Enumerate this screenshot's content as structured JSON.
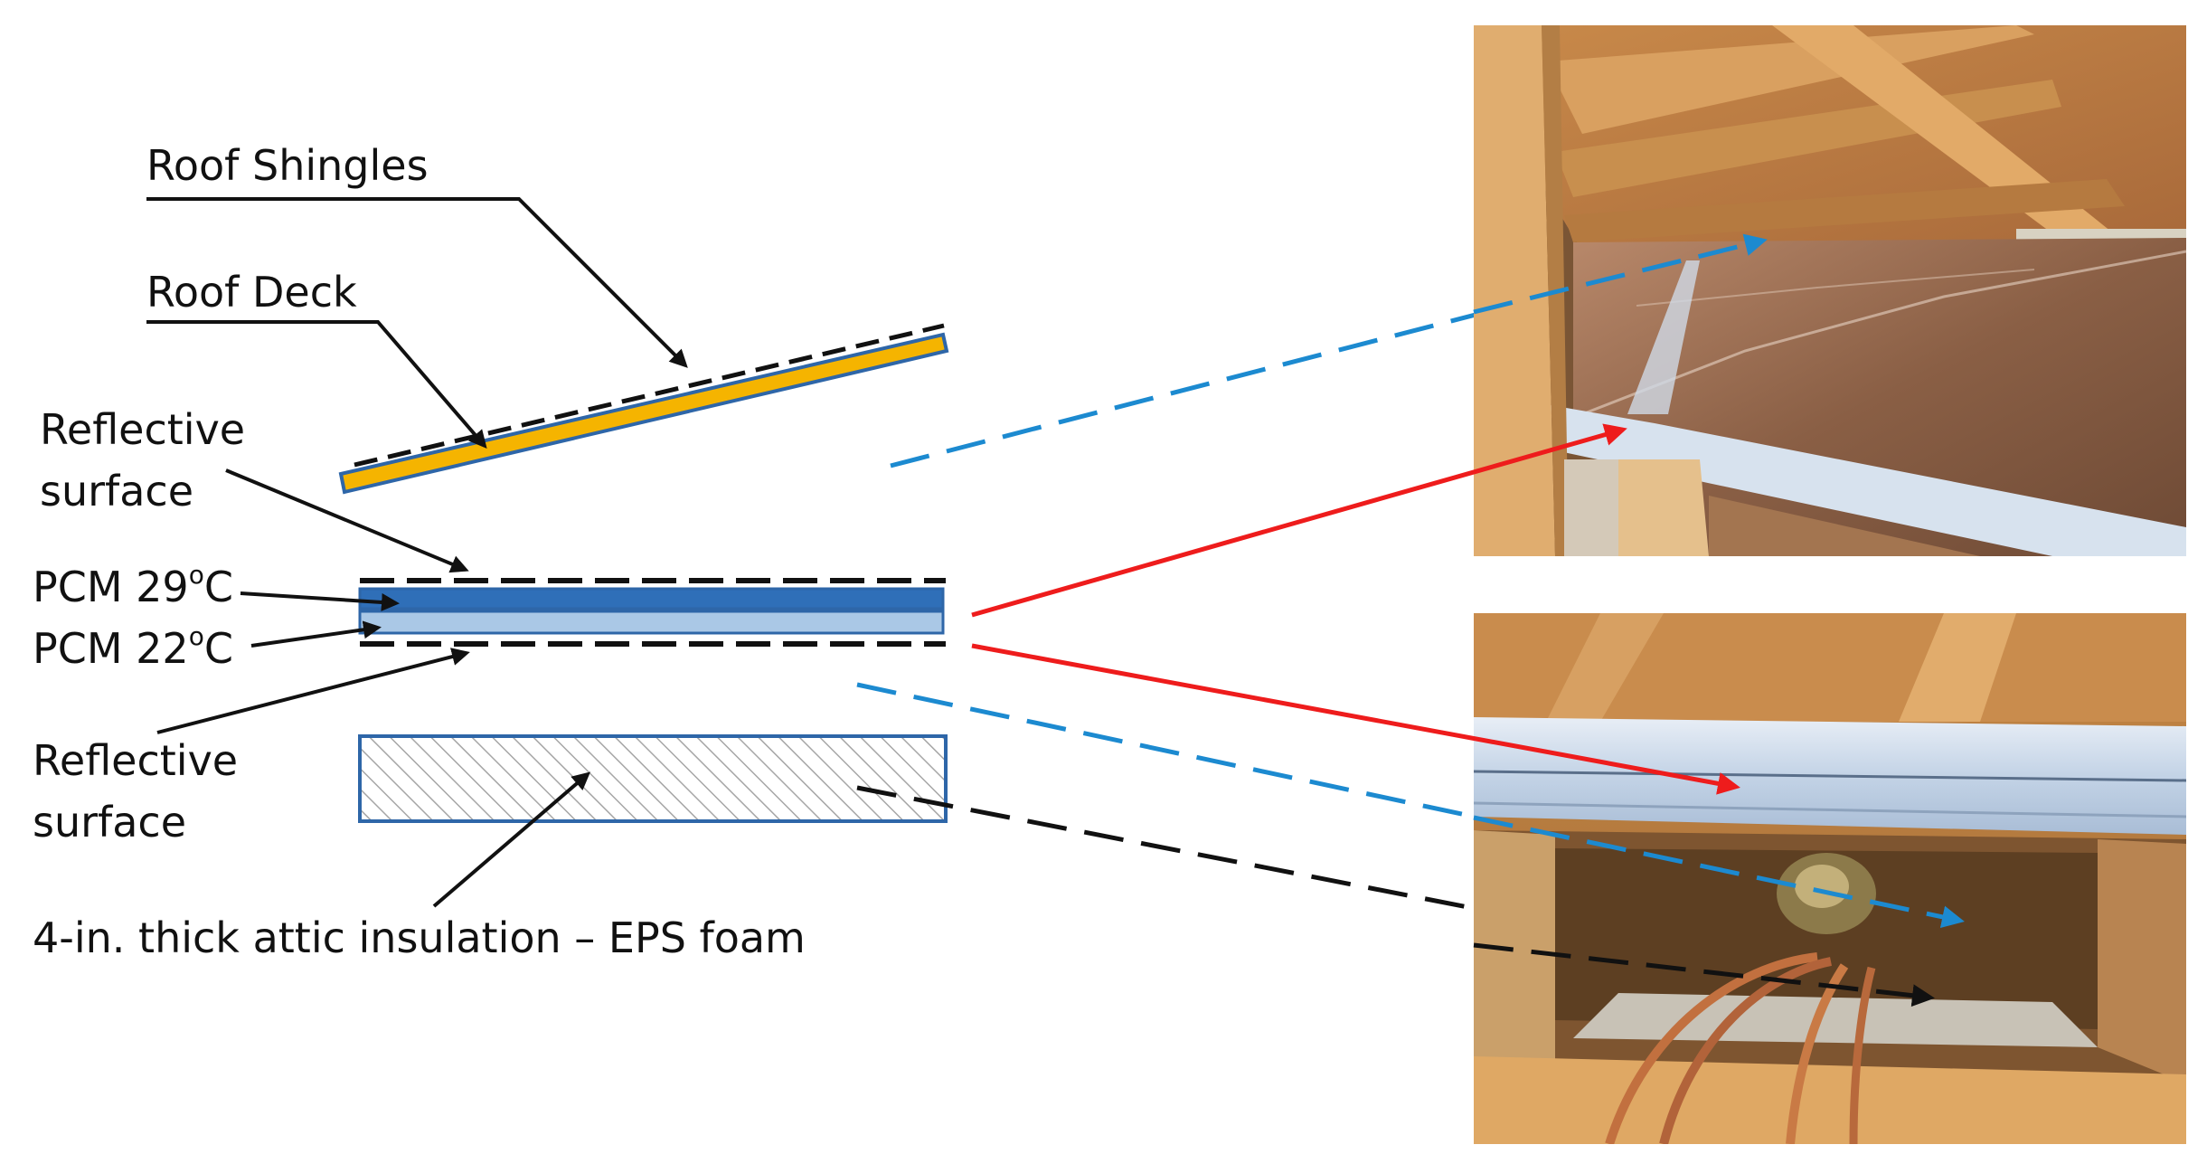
{
  "labels": {
    "roof_shingles": "Roof Shingles",
    "roof_deck": "Roof Deck",
    "reflective_top_line1": "Reflective",
    "reflective_top_line2": "surface",
    "pcm29_prefix": "PCM 29",
    "pcm29_sup": "o",
    "pcm29_suffix": "C",
    "pcm22_prefix": "PCM 22",
    "pcm22_sup": "o",
    "pcm22_suffix": "C",
    "reflective_bottom_line1": "Reflective",
    "reflective_bottom_line2": "surface",
    "insulation": "4-in. thick attic insulation – EPS foam"
  },
  "colors": {
    "deck_fill": "#f5b400",
    "outline_blue": "#2e66a8",
    "pcm29_fill": "#2f6fb8",
    "pcm22_fill": "#aac8e6",
    "insulation_hatch": "#a6a6a6",
    "red_arrow": "#ee1c1c",
    "blue_dashed": "#1c8ad0",
    "black": "#111111"
  },
  "photos": {
    "top": "attic-reflective-pcm-panels-photo",
    "bottom": "attic-pcm-layer-and-insulation-photo"
  }
}
